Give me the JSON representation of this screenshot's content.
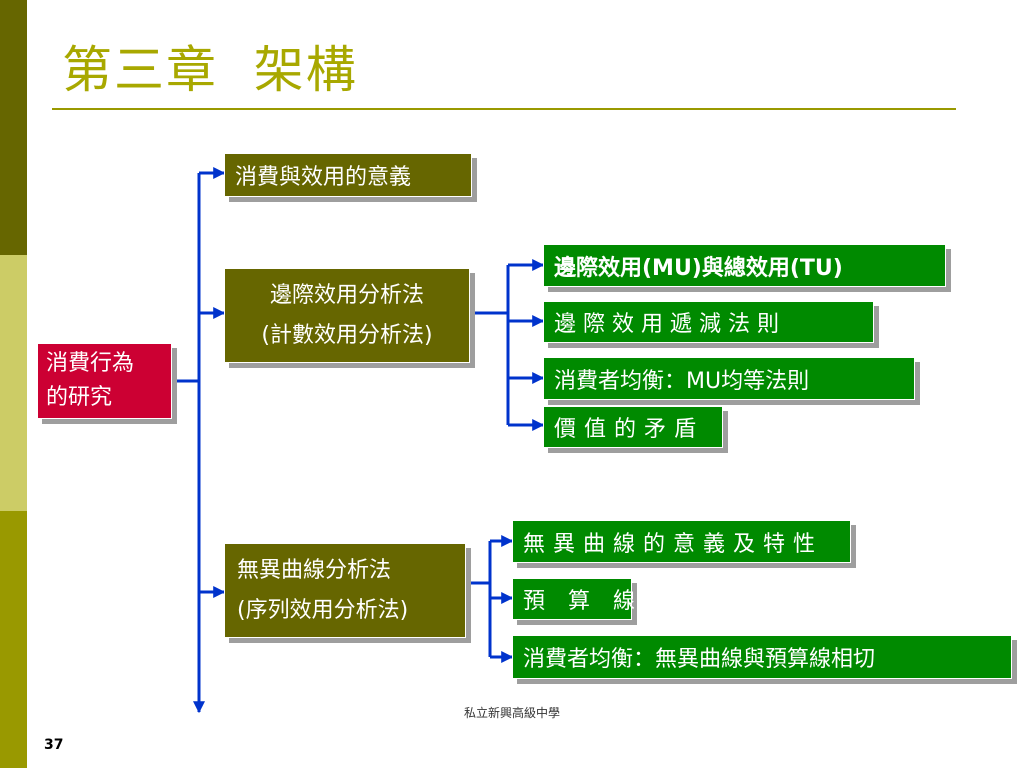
{
  "slide": {
    "title": "第三章  架構",
    "footer": "私立新興高級中學",
    "page_number": "37"
  },
  "diagram": {
    "root": {
      "line1": "消費行為",
      "line2": "的研究"
    },
    "node1": {
      "label": "消費與效用的意義"
    },
    "node2": {
      "line1": "邊際效用分析法",
      "line2": "(計數效用分析法)"
    },
    "node2_children": [
      "邊際效用(MU)與總效用(TU)",
      "邊 際 效 用 遞 減 法 則",
      "消費者均衡：MU均等法則",
      "價值的矛盾"
    ],
    "node3": {
      "line1": "無異曲線分析法",
      "line2": "(序列效用分析法)"
    },
    "node3_children": [
      "無異曲線的意義及特性",
      "預 算 線",
      "消費者均衡：無異曲線與預算線相切"
    ]
  },
  "colors": {
    "sidebar_dark": "#666600",
    "sidebar_light": "#cccc66",
    "sidebar_mid": "#999900",
    "title": "#a8a800",
    "box_olive": "#666600",
    "box_green": "#008a00",
    "box_red": "#cc0033",
    "connector": "#0033cc"
  }
}
